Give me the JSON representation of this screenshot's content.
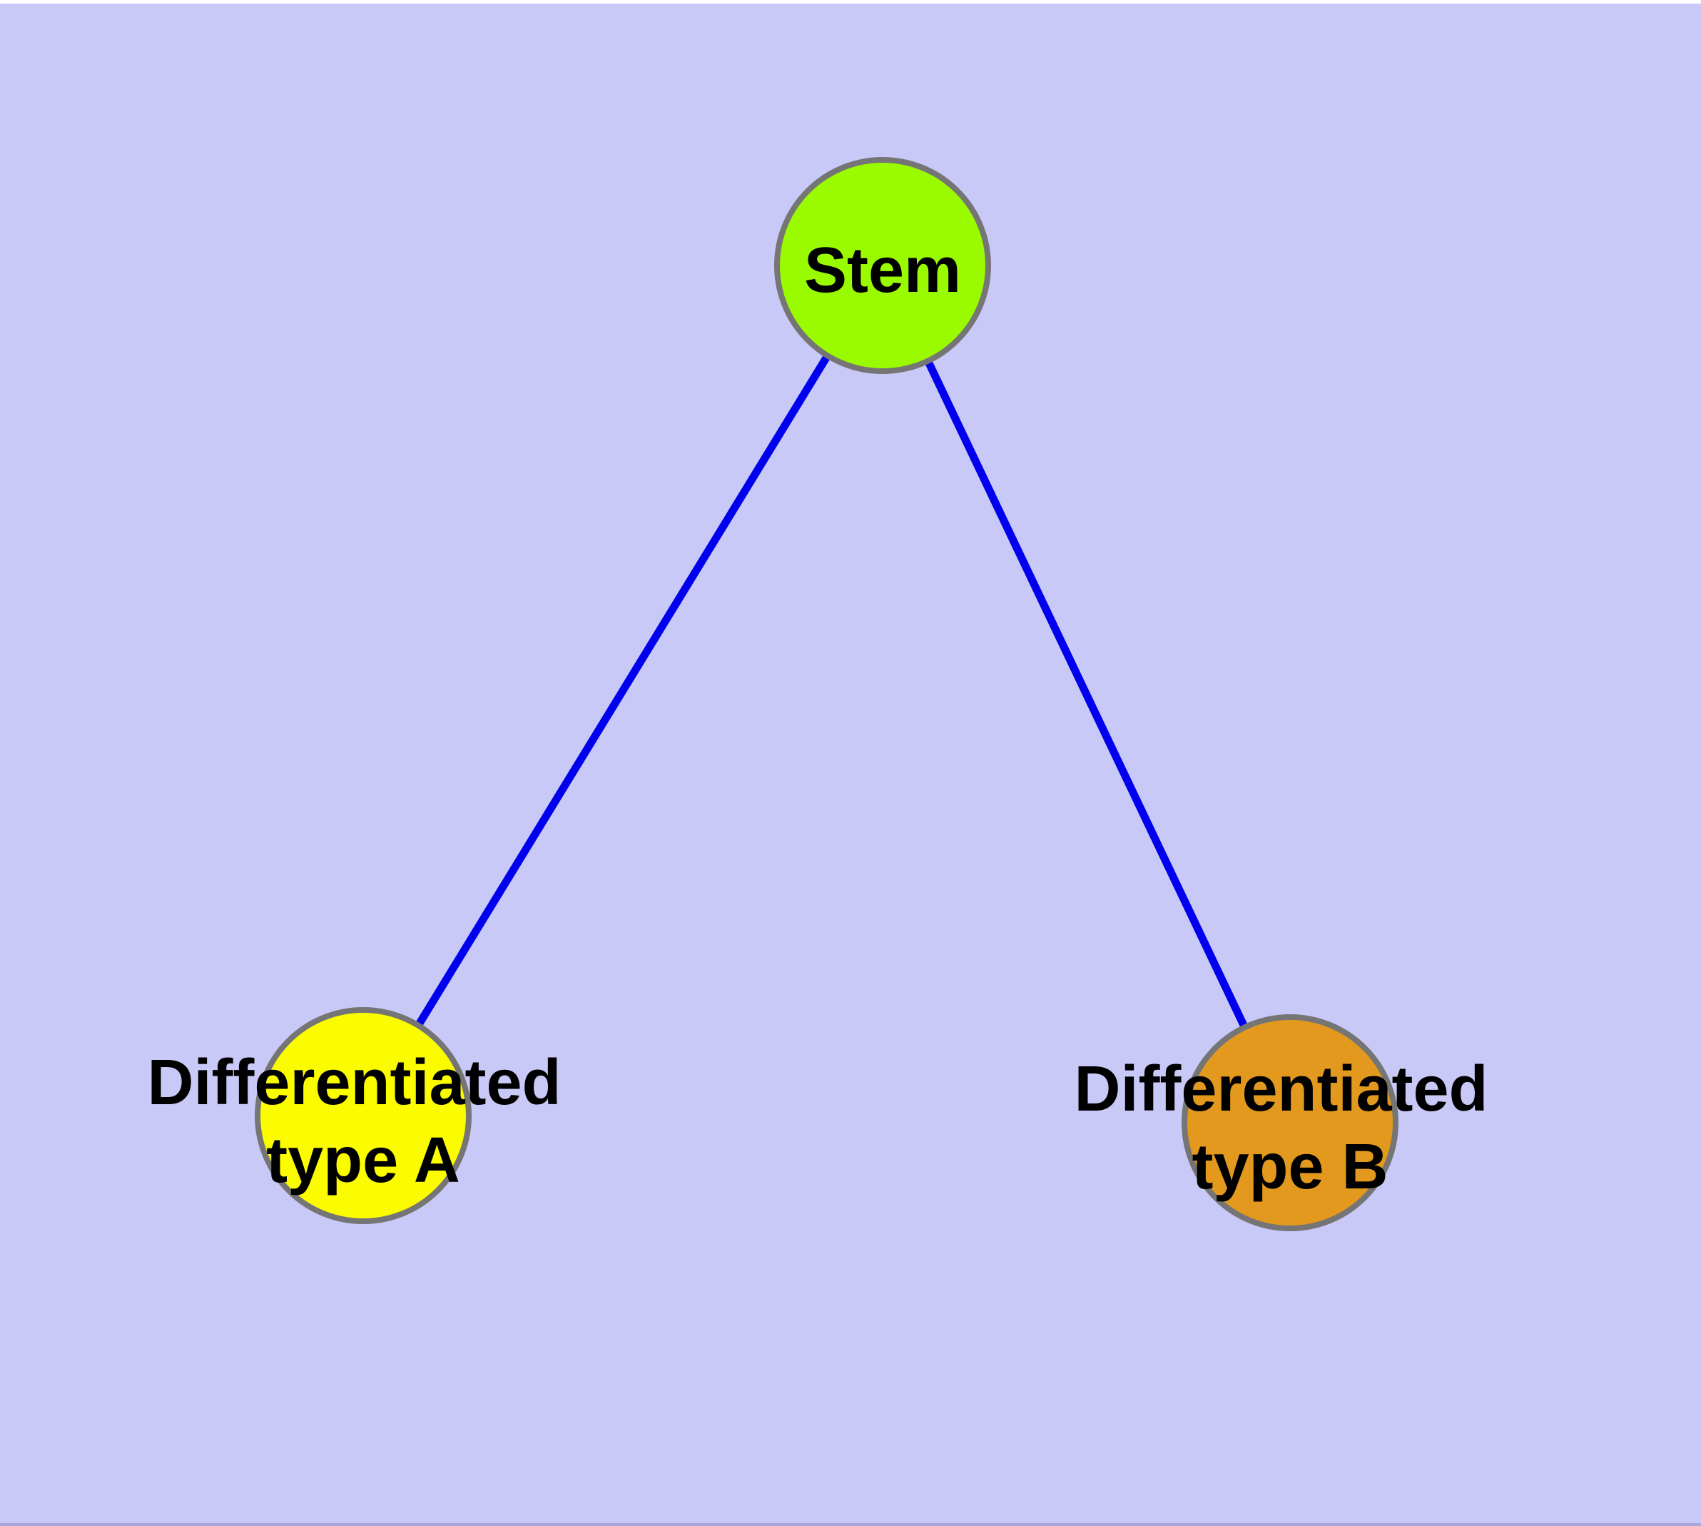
{
  "diagram": {
    "type": "node-link-graph",
    "background_color": "#c9c9f7",
    "top_strip_color": "#ffffff",
    "bottom_strip_color": "#a8a8d8",
    "node_border_color": "#757575",
    "edge_color": "#0000ee",
    "text_color": "#000000",
    "nodes": [
      {
        "id": "stem",
        "label": "Stem",
        "color": "#9afa00"
      },
      {
        "id": "differentiated-type-a",
        "label_line1": "Differentiated",
        "label_line2": "type A",
        "label": "Differentiated type A",
        "color": "#fcfc00"
      },
      {
        "id": "differentiated-type-b",
        "label_line1": "Differentiated",
        "label_line2": "type B",
        "label": "Differentiated type B",
        "color": "#e3991e"
      }
    ],
    "edges": [
      {
        "from": "Stem",
        "to": "Differentiated type A"
      },
      {
        "from": "Stem",
        "to": "Differentiated type B"
      }
    ]
  }
}
